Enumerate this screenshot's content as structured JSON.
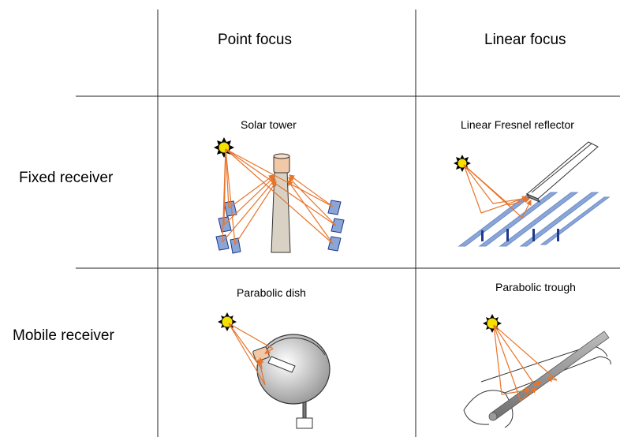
{
  "table": {
    "columns": [
      "Point focus",
      "Linear focus"
    ],
    "rows": [
      "Fixed receiver",
      "Mobile receiver"
    ]
  },
  "cells": {
    "solar_tower": "Solar tower",
    "linear_fresnel": "Linear Fresnel reflector",
    "parabolic_dish": "Parabolic dish",
    "parabolic_trough": "Parabolic trough"
  },
  "colors": {
    "ray": "#e8742a",
    "sun_fill": "#f5e000",
    "tower_top": "#f2c9a8",
    "tower_body": "#d9d2c4",
    "mirror": "#8aa6d8",
    "mirror_dark": "#1e3a8a",
    "trough_pipe": "#8c8c8c"
  },
  "icons": [
    "sun-icon"
  ]
}
